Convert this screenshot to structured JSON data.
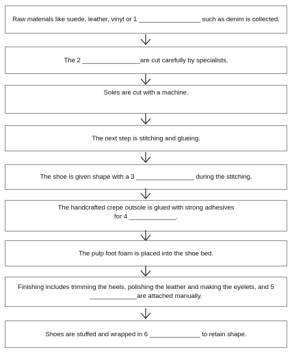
{
  "steps": [
    {
      "text": "Raw materials like suede, leather, vinyl or 1 _________________ such as denim is collected."
    },
    {
      "text": "The 2  ________________are cut carefully by specialists."
    },
    {
      "text": "Soles are cut with a machine."
    },
    {
      "text": "The next step is stitching and glueing."
    },
    {
      "text": "The shoe is given shape with a 3 ________________ during the stitching."
    },
    {
      "text": "The handcrafted crepe outsole is glued with strong adhesives for 4 _____________."
    },
    {
      "text": "The pulp foot foam is placed into the shoe bed."
    },
    {
      "text": "Finishing includes trimming the heels, polishing the leather and making the eyelets, and 5 _____________are attached manually."
    },
    {
      "text": "Shoes are stuffed and wrapped in 6 ______________ to retain shape."
    }
  ],
  "connector_icon": "down-arrow-icon",
  "colors": {
    "border": "#8a8a8a",
    "text": "#111111",
    "arrow": "#333333"
  }
}
